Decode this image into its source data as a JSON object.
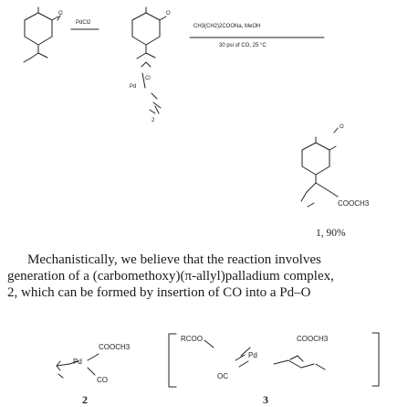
{
  "scheme": {
    "oxygen_label": "O",
    "reagent_1": "PdCl2",
    "reagent_2_line1": "CH3(CH2)2COONa, MeOH",
    "reagent_2_line2": "30 psi of CO, 25 °C",
    "pd_label": "Pd",
    "cl_label": "Cl",
    "compound_2_label": "2",
    "ester_label": "COOCH3",
    "yield": "1, 90%"
  },
  "paragraph": {
    "line1": "Mechanistically, we believe that the reaction involves",
    "line2": "generation of a (carbomethoxy)(π-allyl)palladium complex,",
    "line3": "2, which can be formed by insertion of CO into a Pd–O"
  },
  "mechanism": {
    "ester_left": "COOCH3",
    "pd_left": "Pd",
    "co_left": "CO",
    "label_2": "2",
    "rcoo": "RCOO",
    "ester_right": "COOCH3",
    "pd_right": "Pd",
    "oc": "OC",
    "label_3": "3"
  }
}
